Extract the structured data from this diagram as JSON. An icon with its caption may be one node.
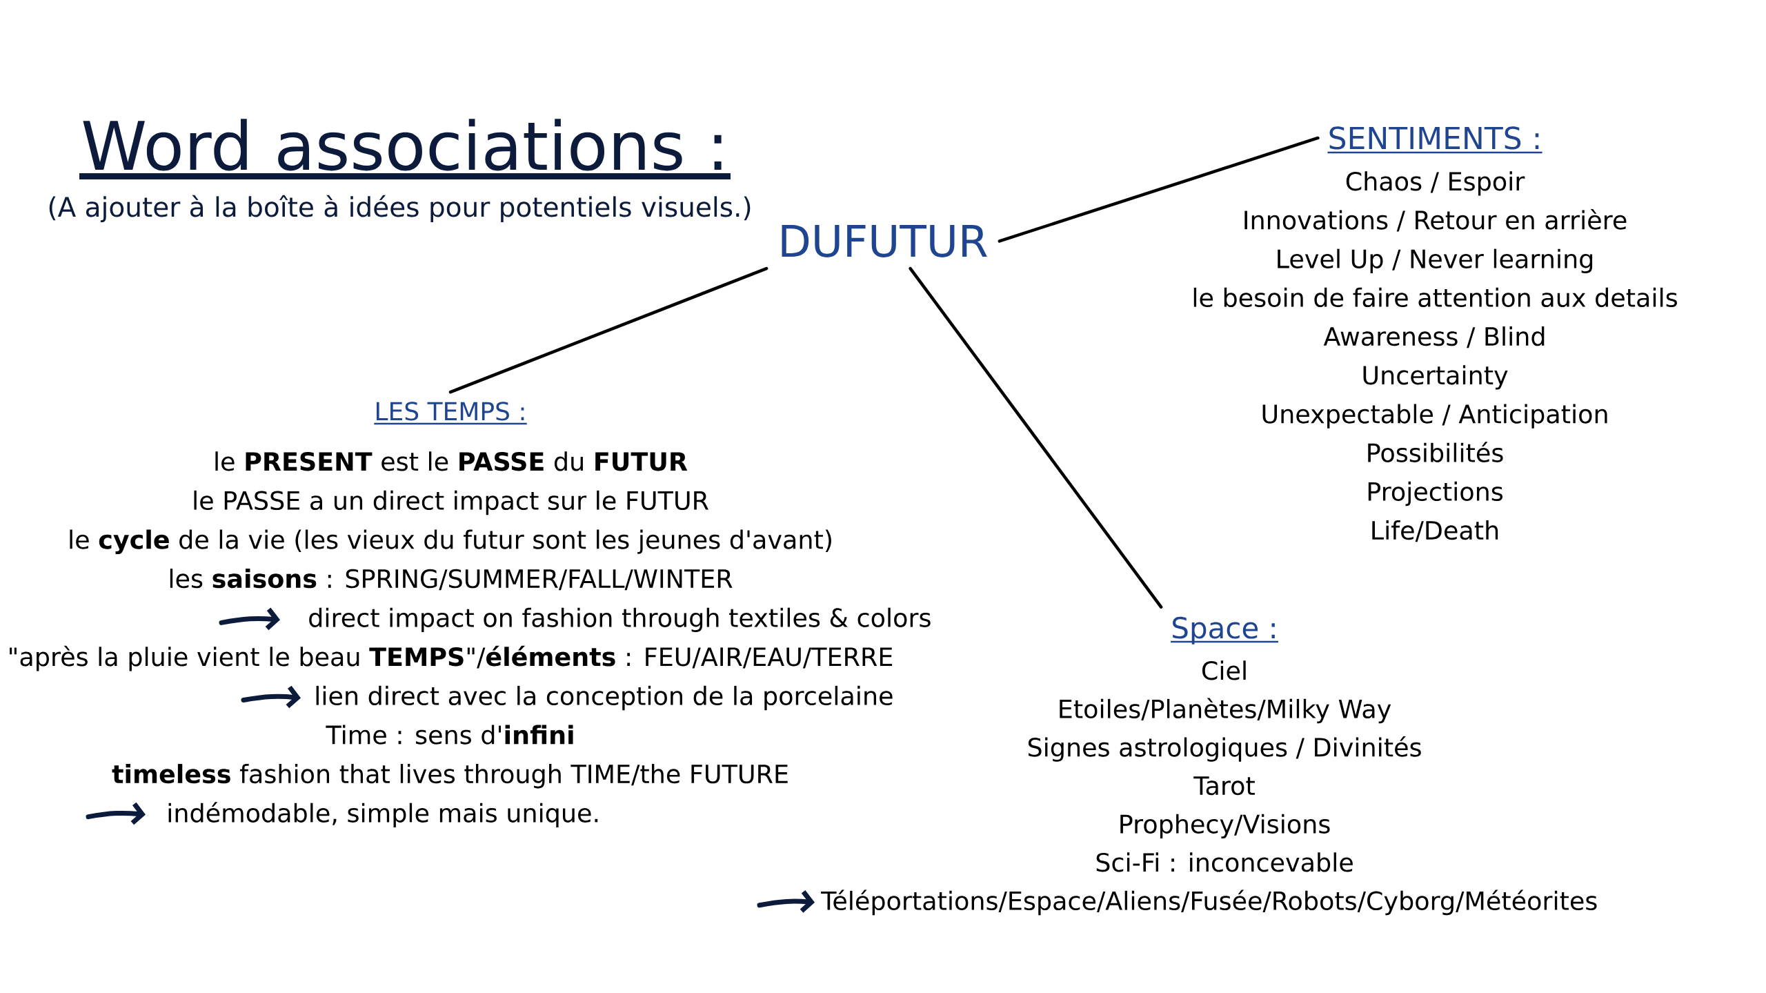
{
  "diagram": {
    "title": "Word associations :",
    "nodes": [
      {
        "text": [
          "DUFUTUR"
        ]
      },
      {
        "text": [
          "SENTIMENTS :",
          "Chaos / Espoir",
          "Innovations / Retour en arrière",
          "Level Up / Never learning",
          "le besoin de faire attention aux details",
          "Awareness / Blind",
          "Uncertainty",
          "Unexpectable / Anticipation",
          "Possibilités",
          "Projections",
          "Life/Death"
        ]
      },
      {
        "text": [
          "LES TEMPS :",
          "le **PRESENT** est le **PASSE** du **FUTUR**",
          "le PASSE a un direct impact sur le FUTUR",
          "le **cycle** de la vie (les vieux du futur sont les jeunes d'avant)",
          "les **saisons** : SPRING/SUMMER/FALL/WINTER",
          "\"après la pluie vient le beau **TEMPS**\"/**éléments** : FEU/AIR/EAU/TERRE",
          "Time : sens d'**infini**",
          "**timeless** fashion that lives through TIME/the FUTURE"
        ]
      },
      {
        "text": [
          "direct impact on fashion through textiles & colors"
        ],
        "in": 2
      },
      {
        "text": [
          "lien direct avec la conception de la porcelaine"
        ],
        "in": 2
      },
      {
        "text": [
          "indémodable, simple mais unique."
        ],
        "in": 2
      },
      {
        "text": [
          "Space :",
          "Ciel",
          "Etoiles/Planètes/Milky Way",
          "Signes astrologiques / Divinités",
          "Tarot",
          "Prophecy/Visions",
          "Sci-Fi : inconcevable"
        ]
      },
      {
        "text": [
          "Téléportations/Espace/Aliens/Fusée/Robots/Cyborg/Météorites"
        ],
        "in": 6
      }
    ],
    "edges": [
      {
        "from": 0,
        "to": 1,
        "arrow": "none",
        "color": "#000000"
      },
      {
        "from": 0,
        "to": 2,
        "arrow": "none",
        "color": "#000000"
      },
      {
        "from": 0,
        "to": 6,
        "arrow": "none",
        "color": "#000000"
      },
      {
        "from": null,
        "to": 3,
        "arrow": "to"
      },
      {
        "from": null,
        "to": 4,
        "arrow": "to"
      },
      {
        "from": null,
        "to": 5,
        "arrow": "to"
      },
      {
        "from": null,
        "to": 7,
        "arrow": "to"
      }
    ],
    "labels": [
      "(A ajouter à la boîte à idées pour potentiels visuels.)"
    ]
  }
}
